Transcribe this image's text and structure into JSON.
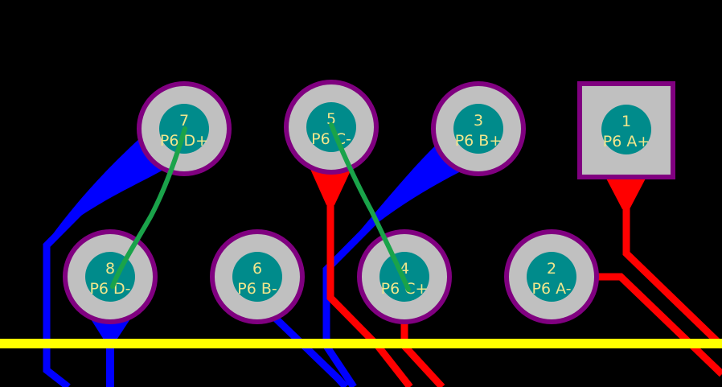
{
  "colors": {
    "background": "#000000",
    "blue_trace": "#0000ff",
    "red_trace": "#ff0000",
    "yellow_outline": "#ffff00",
    "ratsnest": "#1aa34a",
    "pad_ring": "#c0c0c0",
    "pad_outline": "#800080",
    "drill": "#008b8b",
    "label": "#f0e68c"
  },
  "pads": [
    {
      "number": "1",
      "net": "P6 A+",
      "shape": "square"
    },
    {
      "number": "2",
      "net": "P6 A-",
      "shape": "round"
    },
    {
      "number": "3",
      "net": "P6 B+",
      "shape": "round"
    },
    {
      "number": "4",
      "net": "P6 C+",
      "shape": "round"
    },
    {
      "number": "5",
      "net": "P6 C-",
      "shape": "round"
    },
    {
      "number": "6",
      "net": "P6 B-",
      "shape": "round"
    },
    {
      "number": "7",
      "net": "P6 D+",
      "shape": "round"
    },
    {
      "number": "8",
      "net": "P6 D-",
      "shape": "round"
    }
  ]
}
